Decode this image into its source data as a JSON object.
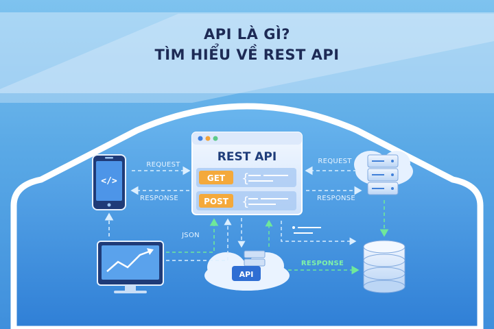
{
  "header": {
    "title_line1": "API LÀ GÌ?",
    "title_line2": "TÌM HIỂU VỀ REST API"
  },
  "panel": {
    "title": "REST API",
    "methods": [
      "GET",
      "POST"
    ],
    "brace": "{"
  },
  "labels": {
    "request_left": "REQUEST",
    "response_left": "RESPONSE",
    "request_right": "REQUEST",
    "response_right": "RESPONSE",
    "json": "JSON",
    "response_bottom": "RESPONSE",
    "cloud_api": "API",
    "code_glyph": "</>"
  },
  "colors": {
    "background": "#5aa9e6",
    "title": "#1d2a55",
    "method_badge": "#f4a93b",
    "arrow_green": "#6fe89a",
    "panel_bg": "#eaf3ff"
  }
}
